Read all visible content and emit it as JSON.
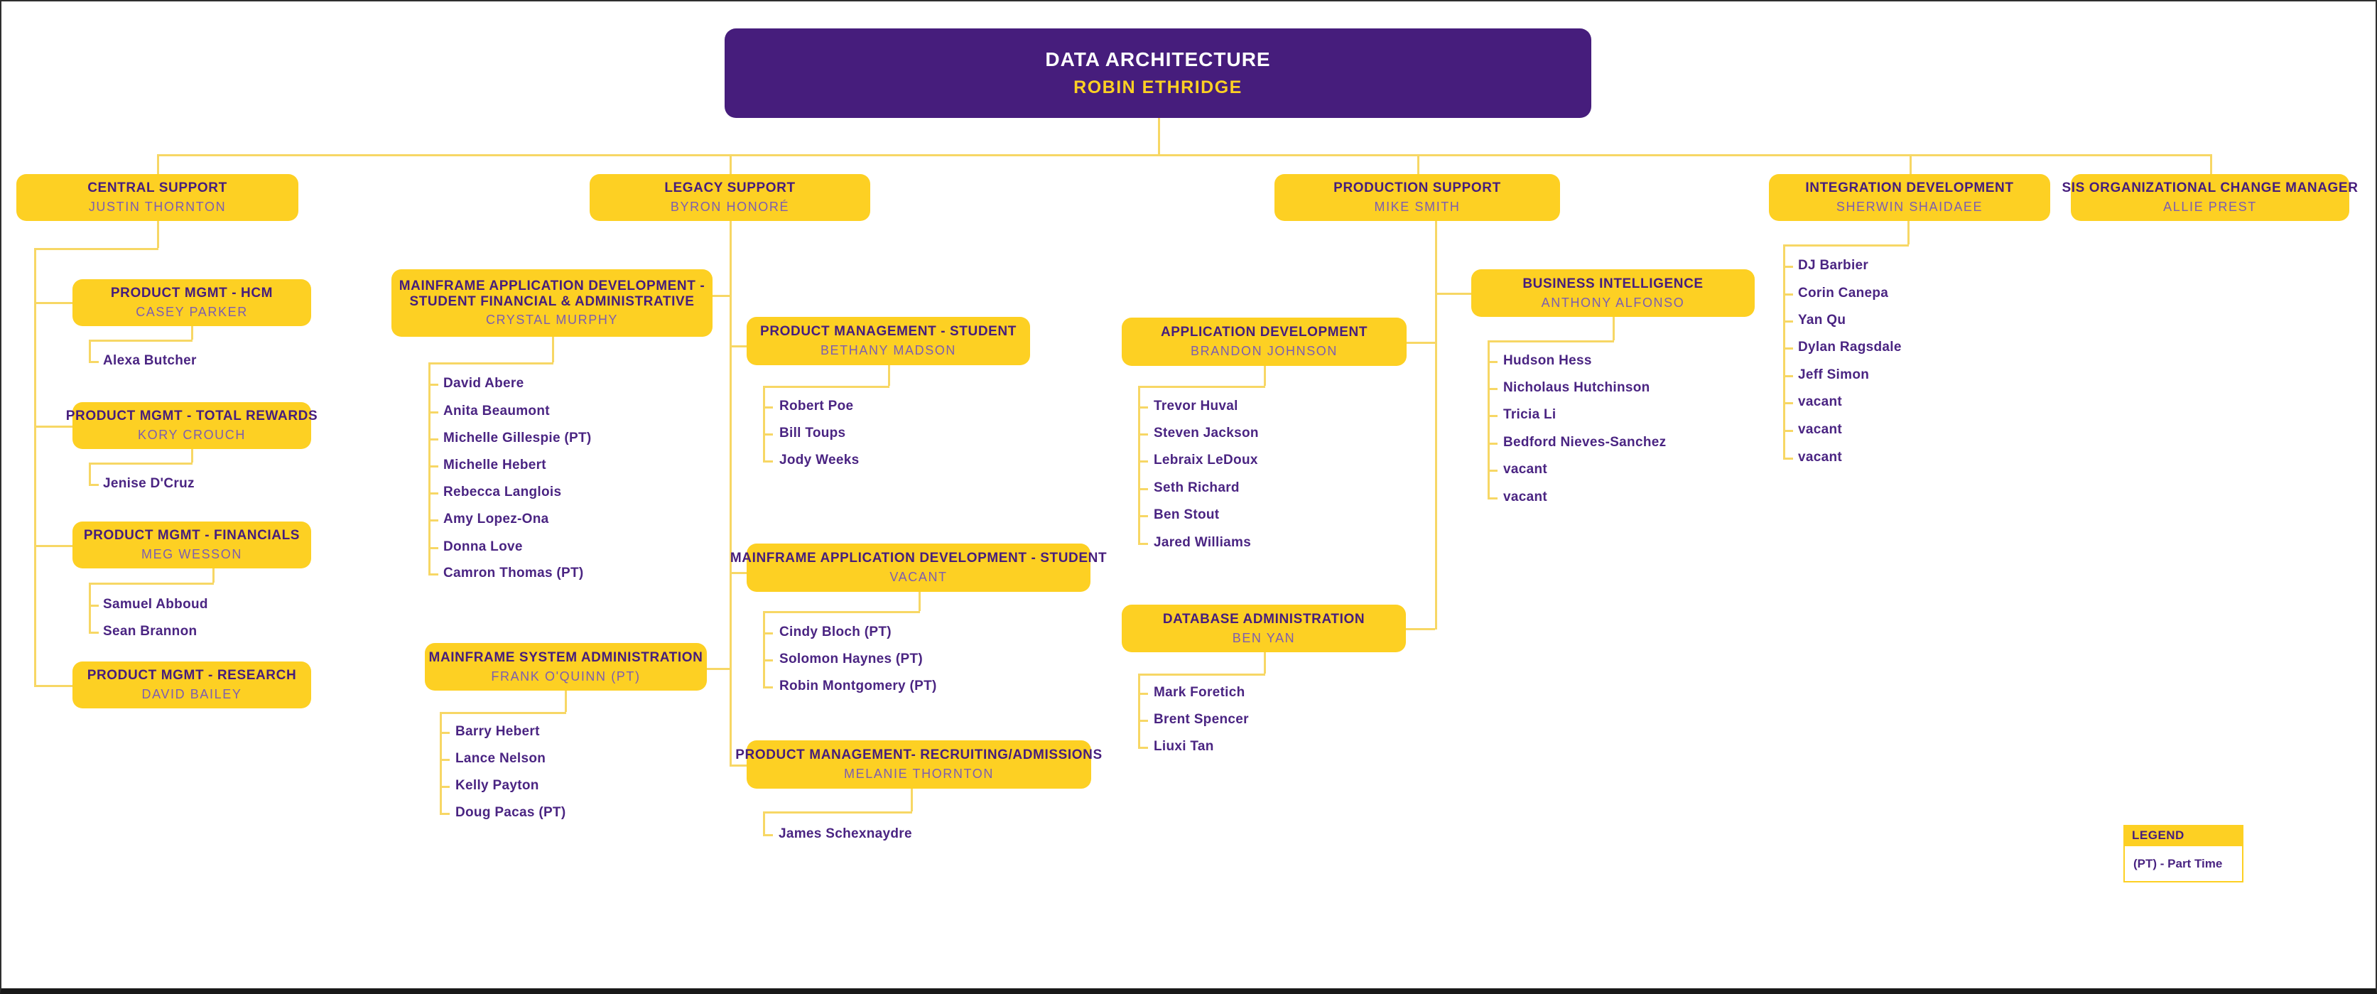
{
  "root": {
    "title": "DATA ARCHITECTURE",
    "name": "ROBIN ETHRIDGE"
  },
  "branches": {
    "central_support": {
      "title": "CENTRAL SUPPORT",
      "manager": "JUSTIN THORNTON"
    },
    "legacy_support": {
      "title": "LEGACY SUPPORT",
      "manager": "BYRON HONORÉ"
    },
    "production_support": {
      "title": "PRODUCTION SUPPORT",
      "manager": "MIKE SMITH"
    },
    "integration_development": {
      "title": "INTEGRATION DEVELOPMENT",
      "manager": "SHERWIN SHAIDAEE",
      "members": [
        "DJ Barbier",
        "Corin Canepa",
        "Yan Qu",
        "Dylan Ragsdale",
        "Jeff Simon",
        "vacant",
        "vacant",
        "vacant"
      ]
    },
    "sis_change_manager": {
      "title": "SIS ORGANIZATIONAL CHANGE MANAGER",
      "manager": "ALLIE PREST"
    }
  },
  "teams": {
    "pm_hcm": {
      "title": "PRODUCT MGMT - HCM",
      "manager": "CASEY PARKER",
      "members": [
        "Alexa Butcher"
      ]
    },
    "pm_total_rewards": {
      "title": "PRODUCT MGMT - TOTAL REWARDS",
      "manager": "KORY CROUCH",
      "members": [
        "Jenise D'Cruz"
      ]
    },
    "pm_financials": {
      "title": "PRODUCT MGMT - FINANCIALS",
      "manager": "MEG WESSON",
      "members": [
        "Samuel Abboud",
        "Sean Brannon"
      ]
    },
    "pm_research": {
      "title": "PRODUCT MGMT - RESEARCH",
      "manager": "DAVID BAILEY",
      "members": []
    },
    "mad_sfa": {
      "title": "MAINFRAME APPLICATION  DEVELOPMENT - STUDENT FINANCIAL & ADMINISTRATIVE",
      "manager": "CRYSTAL MURPHY",
      "members": [
        "David Abere",
        "Anita Beaumont",
        "Michelle Gillespie (PT)",
        "Michelle Hebert",
        "Rebecca Langlois",
        "Amy Lopez-Ona",
        "Donna Love",
        "Camron Thomas (PT)"
      ]
    },
    "msa": {
      "title": "MAINFRAME SYSTEM ADMINISTRATION",
      "manager": "FRANK O'QUINN (PT)",
      "members": [
        "Barry Hebert",
        "Lance Nelson",
        "Kelly Payton",
        "Doug Pacas (PT)"
      ]
    },
    "pm_student": {
      "title": "PRODUCT MANAGEMENT - STUDENT",
      "manager": "BETHANY MADSON",
      "members": [
        "Robert Poe",
        "Bill Toups",
        "Jody Weeks"
      ]
    },
    "mad_student": {
      "title": "MAINFRAME APPLICATION DEVELOPMENT - STUDENT",
      "manager": "VACANT",
      "members": [
        "Cindy Bloch (PT)",
        "Solomon Haynes (PT)",
        "Robin Montgomery (PT)"
      ]
    },
    "pm_recruiting": {
      "title": "PRODUCT MANAGEMENT- RECRUITING/ADMISSIONS",
      "manager": "MELANIE THORNTON",
      "members": [
        "James Schexnaydre"
      ]
    },
    "app_dev": {
      "title": "APPLICATION DEVELOPMENT",
      "manager": "BRANDON JOHNSON",
      "members": [
        "Trevor Huval",
        "Steven Jackson",
        "Lebraix LeDoux",
        "Seth Richard",
        "Ben Stout",
        "Jared Williams"
      ]
    },
    "bi": {
      "title": "BUSINESS INTELLIGENCE",
      "manager": "ANTHONY ALFONSO",
      "members": [
        "Hudson Hess",
        "Nicholaus Hutchinson",
        "Tricia Li",
        "Bedford Nieves-Sanchez",
        "vacant",
        "vacant"
      ]
    },
    "dba": {
      "title": "DATABASE ADMINISTRATION",
      "manager": "BEN YAN",
      "members": [
        "Mark Foretich",
        "Brent Spencer",
        "Liuxi Tan"
      ]
    }
  },
  "legend": {
    "header": "LEGEND",
    "entry": "(PT) - Part Time"
  },
  "colors": {
    "purple": "#461D7C",
    "gold": "#FDD023",
    "connector_gold": "#F7D765",
    "manager_text": "#7C5DB1",
    "member_text": "#4A2482"
  }
}
